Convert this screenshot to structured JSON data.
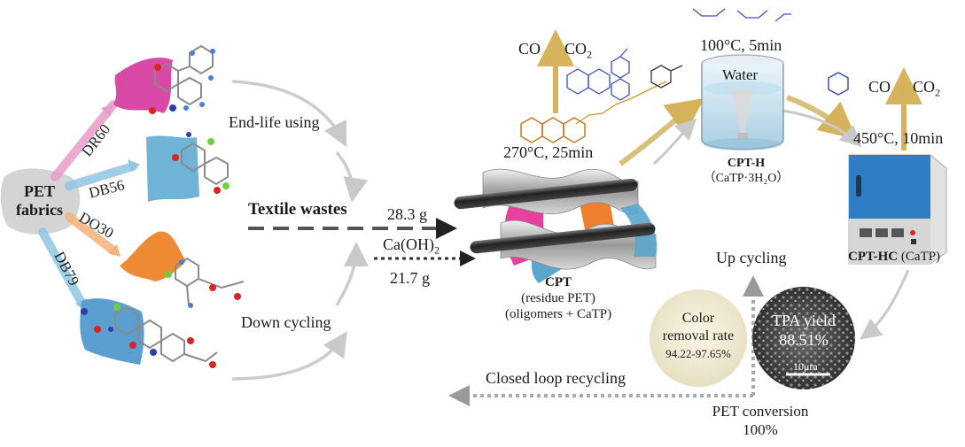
{
  "pet_fabrics": {
    "line1": "PET",
    "line2": "fabrics"
  },
  "dyes": [
    "DR60",
    "DB56",
    "DO30",
    "DB79"
  ],
  "lifecycle": {
    "end_life": "End-life using",
    "textile_wastes": "Textile wastes",
    "down_cycling": "Down cycling"
  },
  "inputs": {
    "textile_mass": "28.3 g",
    "caoh2": "Ca(OH)",
    "caoh2_sub": "2",
    "caoh2_mass": "21.7 g"
  },
  "step1": {
    "gas_co": "CO",
    "gas_co2": "CO",
    "gas_co2_sub": "2",
    "condition": "270°C, 25min"
  },
  "cpt": {
    "name": "CPT",
    "line2": "(residue PET)",
    "line3": "(oligomers + CaTP)"
  },
  "step2": {
    "condition": "100°C, 5min",
    "water": "Water"
  },
  "cpth": {
    "name": "CPT-H",
    "formula": "（CaTP·3H₂O）"
  },
  "step3": {
    "gas_co": "CO",
    "gas_co2": "CO",
    "gas_co2_sub": "2",
    "condition": "450°C, 10min"
  },
  "cpthc": {
    "name": "CPT-HC",
    "suffix": " (CaTP)"
  },
  "up_cycling": "Up cycling",
  "color_removal": {
    "line1": "Color",
    "line2": "removal rate",
    "value": "94.22-97.65%"
  },
  "tpa": {
    "line1": "TPA yield",
    "value": "88.51%",
    "scale": "10μm"
  },
  "closed_loop": "Closed loop recycling",
  "pet_conversion": {
    "line1": "PET conversion",
    "value": "100%"
  },
  "colors": {
    "magenta": "#d63fa3",
    "blue": "#5aa6cc",
    "orange": "#ee8a35",
    "gold_arrow": "#d6b25a",
    "grey_arrow": "#c8c8c8",
    "furnace_blue": "#2f7dc2"
  }
}
